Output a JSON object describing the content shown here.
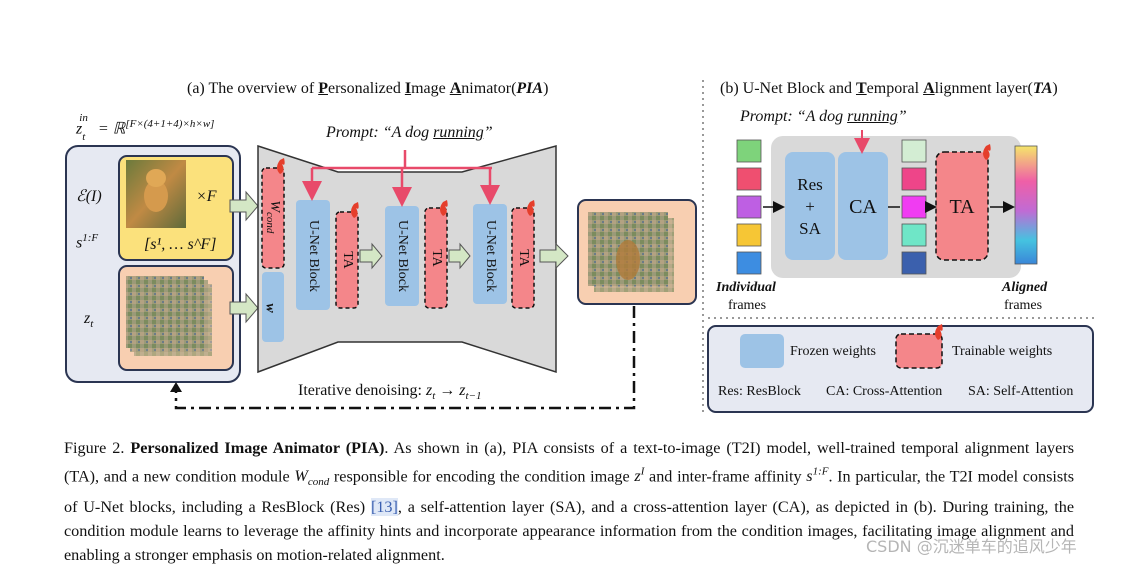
{
  "panel_a": {
    "title": "(a) The overview of Personalized Image Animator(PIA)",
    "zt_in_formula": "z_t^in = ℝ^[F×(4+1+4)×h×w]",
    "enc_label": "ℰ(I)",
    "times_f": "×F",
    "s_label": "s^{1:F}",
    "s_set": "[s¹, … s^F]",
    "zt_label": "z_t",
    "wcond_label": "W_cond",
    "w_label": "w",
    "prompt": "Prompt: “A dog running”",
    "unet_label": "U-Net Block",
    "ta_label": "TA",
    "denoise": "Iterative denoising: z_t → z_{t−1}"
  },
  "panel_b": {
    "title": "(b) U-Net Block and Temporal Alignment layer(TA)",
    "prompt": "Prompt: “A dog running”",
    "res_label": "Res + SA",
    "ca_label": "CA",
    "ta_label": "TA",
    "individual": "Individual",
    "frames": "frames",
    "aligned": "Aligned",
    "frames2": "frames",
    "frozen": "Frozen weights",
    "trainable": "Trainable weights",
    "res_def": "Res: ResBlock",
    "ca_def": "CA: Cross-Attention",
    "sa_def": "SA: Self-Attention"
  },
  "caption": {
    "fig": "Figure 2.",
    "bold": "Personalized Image Animator (PIA)",
    "t1": ". As shown in (a), PIA consists of a text-to-image (T2I) model, well-trained temporal alignment layers (TA), and a new condition module ",
    "t2": " responsible for encoding the condition image ",
    "t3": " and inter-frame affinity ",
    "t4": ". In particular, the T2I model consists of U-Net blocks, including a ResBlock (Res) ",
    "cite": "[13]",
    "t5": ", a self-attention layer (SA), and a cross-attention layer (CA), as depicted in (b).  During training, the condition module learns to leverage the affinity hints and incorporate appearance information from the condition images, facilitating image alignment and enabling a stronger emphasis on motion-related alignment."
  },
  "watermark": "CSDN @沉迷单车的追风少年",
  "colors": {
    "frozen_blue": "#9dc3e6",
    "trainable_red": "#f4868a",
    "yellow": "#fbe17c",
    "peach": "#f8cfb1",
    "panel_bg": "#e6e9f2",
    "gray_bg": "#d9d9d9",
    "arrow_green": "#d4e7c5",
    "prompt_red": "#e84a6a"
  }
}
